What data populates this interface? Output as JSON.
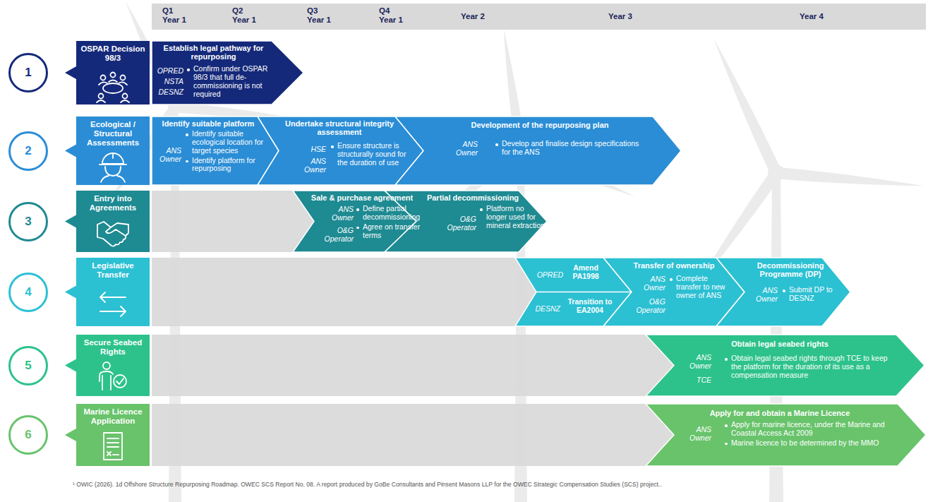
{
  "diagram": {
    "caption": "¹ OWIC (2026). 1d Offshore Structure Repurposing Roadmap. OWEC SCS Report No. 08. A report produced by GoBe Consultants and Pinsent Masons LLP for the OWEC Strategic Compensation Studies (SCS) project..",
    "nodes": [
      {
        "text": [
          "1"
        ]
      },
      {
        "text": [
          "OSPAR Decision 98/3"
        ]
      },
      {
        "text": [
          "Establish legal pathway for repurposing",
          "OPRED",
          "NSTA",
          "DESNZ",
          "Confirm under OSPAR 98/3 that full de-commissioning is not required"
        ]
      },
      {
        "text": [
          "2"
        ]
      },
      {
        "text": [
          "Ecological / Structural Assessments"
        ]
      },
      {
        "text": [
          "Identify suitable platform",
          "ANS Owner",
          "Identify suitable ecological location for target species",
          "Identify platform for repurposing"
        ]
      },
      {
        "text": [
          "Undertake structural integrity assessment",
          "HSE",
          "ANS Owner",
          "Ensure structure is structurally sound for the duration of use"
        ]
      },
      {
        "text": [
          "Development of the repurposing plan",
          "ANS Owner",
          "Develop and finalise design specifications for the ANS"
        ]
      },
      {
        "text": [
          "3"
        ]
      },
      {
        "text": [
          "Entry into Agreements"
        ]
      },
      {
        "text": [
          "Sale & purchase agreement",
          "ANS Owner",
          "O&G Operator",
          "Define partial decommissioning",
          "Agree on transfer terms"
        ]
      },
      {
        "text": [
          "Partial decommissioning",
          "O&G Operator",
          "Platform no longer used for mineral extraction"
        ]
      },
      {
        "text": [
          "4"
        ]
      },
      {
        "text": [
          "Legislative Transfer"
        ]
      },
      {
        "text": [
          "OPRED",
          "Amend PA1998",
          "DESNZ",
          "Transition to EA2004"
        ]
      },
      {
        "text": [
          "Transfer of ownership",
          "ANS Owner",
          "O&G Operator",
          "Complete transfer to new owner of ANS"
        ]
      },
      {
        "text": [
          "Decommissioning Programme (DP)",
          "ANS Owner",
          "Submit DP to DESNZ"
        ]
      },
      {
        "text": [
          "5"
        ]
      },
      {
        "text": [
          "Secure Seabed Rights"
        ]
      },
      {
        "text": [
          "Obtain legal seabed rights",
          "ANS Owner",
          "TCE",
          "Obtain legal seabed rights through TCE to keep the platform for the duration of its use as a compensation measure"
        ]
      },
      {
        "text": [
          "6"
        ]
      },
      {
        "text": [
          "Marine Licence Application"
        ]
      },
      {
        "text": [
          "Apply for and obtain a Marine Licence",
          "ANS Owner",
          "Apply for marine licence, under the Marine and Coastal Access Act 2009",
          "Marine licence to be determined by the MMO"
        ]
      }
    ],
    "labels": [
      "Q1 Year 1",
      "Q2 Year 1",
      "Q3 Year 1",
      "Q4 Year 1",
      "Year 2",
      "Year 3",
      "Year 4"
    ]
  }
}
